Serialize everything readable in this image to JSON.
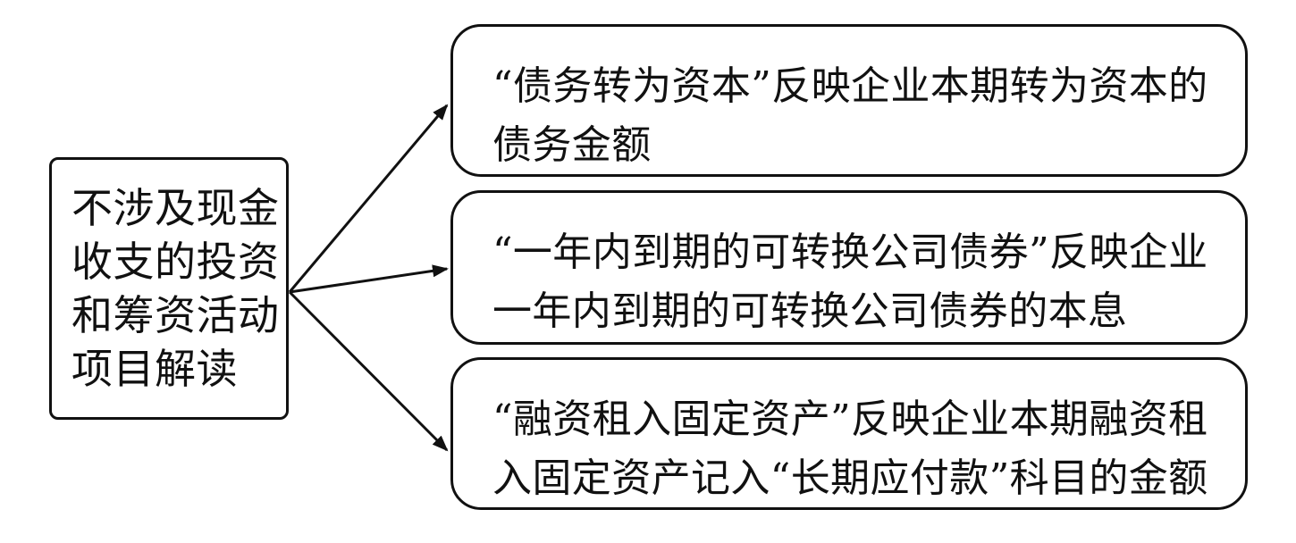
{
  "diagram": {
    "source": {
      "lines": [
        "不涉及现金",
        "收支的投资",
        "和筹资活动",
        "项目解读"
      ]
    },
    "items": [
      {
        "text": "“债务转为资本”反映企业本期转为资本的债务金额"
      },
      {
        "text": "“一年内到期的可转换公司债券”反映企业一年内到期的可转换公司债券的本息"
      },
      {
        "text": "“融资租入固定资产”反映企业本期融资租入固定资产记入“长期应付款”科目的金额"
      }
    ],
    "colors": {
      "stroke": "#111111",
      "background": "#ffffff"
    }
  }
}
